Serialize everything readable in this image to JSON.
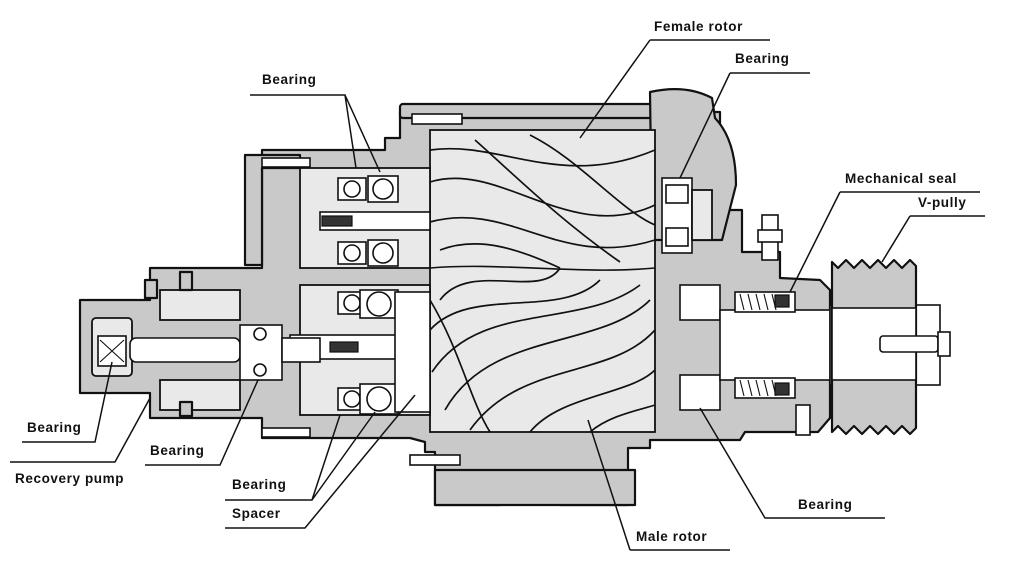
{
  "labels": {
    "female_rotor": "Female rotor",
    "bearing_top_left": "Bearing",
    "bearing_top_right": "Bearing",
    "mechanical_seal": "Mechanical seal",
    "v_pully": "V-pully",
    "bearing_left": "Bearing",
    "recovery_pump": "Recovery pump",
    "bearing_lower_left": "Bearing",
    "bearing_bottom_left": "Bearing",
    "spacer": "Spacer",
    "bearing_bottom_right": "Bearing",
    "male_rotor": "Male rotor"
  }
}
